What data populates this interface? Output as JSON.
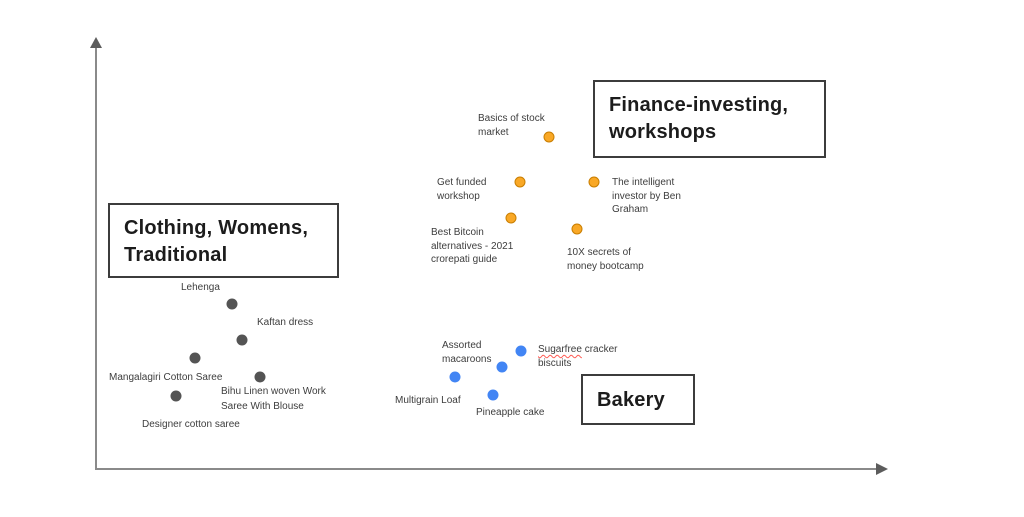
{
  "colors": {
    "clothing_dot": "#545454",
    "finance_dot": "#f9a826",
    "finance_dot_border": "#c97e00",
    "bakery_dot": "#4285f4",
    "axis": "#8a8a8a",
    "axis_head": "#5c5c5c",
    "box_border": "#3c3c3c",
    "label_text": "#3d3d3d",
    "misspell_underline": "#ff5a52"
  },
  "boxes": {
    "clothing": {
      "title": "Clothing, Womens,\nTraditional"
    },
    "finance": {
      "title": "Finance-investing,\nworkshops"
    },
    "bakery": {
      "title": "Bakery"
    }
  },
  "special": {
    "sugarfree_word": "Sugarfree",
    "sugarfree_rest": " cracker\nbiscuits"
  },
  "chart_data": {
    "type": "scatter",
    "title": "",
    "xlabel": "",
    "ylabel": "",
    "axes_numeric": false,
    "grid": false,
    "legend": "none (clusters labeled with boxed titles on canvas)",
    "series": [
      {
        "name": "Clothing, Womens, Traditional",
        "color": "#545454",
        "points": [
          {
            "label": "Lehenga",
            "x": 0.17,
            "y": 0.39
          },
          {
            "label": "Kaftan dress",
            "x": 0.18,
            "y": 0.31
          },
          {
            "label": "Mangalagiri Cotton Saree",
            "x": 0.13,
            "y": 0.26
          },
          {
            "label": "Bihu Linen woven Work\nSaree With Blouse",
            "x": 0.21,
            "y": 0.22
          },
          {
            "label": "Designer cotton saree",
            "x": 0.1,
            "y": 0.17
          }
        ]
      },
      {
        "name": "Finance-investing, workshops",
        "color": "#f9a826",
        "points": [
          {
            "label": "Basics of stock\nmarket",
            "x": 0.57,
            "y": 0.78
          },
          {
            "label": "Get funded\nworkshop",
            "x": 0.54,
            "y": 0.68
          },
          {
            "label": "The intelligent\ninvestor by Ben\nGraham",
            "x": 0.63,
            "y": 0.68
          },
          {
            "label": "Best Bitcoin\nalternatives - 2021\ncrorepati guide",
            "x": 0.52,
            "y": 0.59
          },
          {
            "label": "10X secrets of\nmoney bootcamp",
            "x": 0.61,
            "y": 0.57
          }
        ]
      },
      {
        "name": "Bakery",
        "color": "#4285f4",
        "points": [
          {
            "label": "Sugarfree cracker\nbiscuits",
            "x": 0.54,
            "y": 0.28
          },
          {
            "label": "Assorted\nmacaroons",
            "x": 0.51,
            "y": 0.24
          },
          {
            "label": "Multigrain Loaf",
            "x": 0.45,
            "y": 0.22
          },
          {
            "label": "Pineapple cake",
            "x": 0.5,
            "y": 0.18
          }
        ]
      }
    ]
  }
}
